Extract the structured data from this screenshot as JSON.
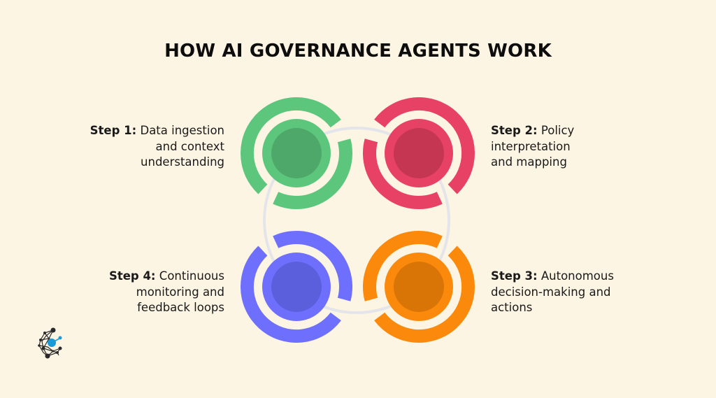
{
  "title": "HOW AI GOVERNANCE AGENTS WORK",
  "colors": {
    "background": "#fdf5e4",
    "connector": "#e4e5ea",
    "step1": {
      "ring": "#5cc77c",
      "core": "#4ea86a"
    },
    "step2": {
      "ring": "#e74266",
      "core": "#c43652"
    },
    "step3": {
      "ring": "#fb8a0c",
      "core": "#d97406"
    },
    "step4": {
      "ring": "#6f6ffd",
      "core": "#5b5fdb"
    }
  },
  "steps": [
    {
      "label": "Step 1:",
      "lines": [
        "Data ingestion",
        "and context",
        "understanding"
      ],
      "text": "Data ingestion and context understanding",
      "color": "green"
    },
    {
      "label": "Step 2:",
      "lines": [
        "Policy",
        "interpretation",
        "and mapping"
      ],
      "text": "Policy interpretation and mapping",
      "color": "red"
    },
    {
      "label": "Step 3:",
      "lines": [
        "Autonomous",
        "decision-making and",
        "actions"
      ],
      "text": "Autonomous decision-making and actions",
      "color": "orange"
    },
    {
      "label": "Step 4:",
      "lines": [
        "Continuous",
        "monitoring and",
        "feedback loops"
      ],
      "text": "Continuous monitoring and feedback loops",
      "color": "blue"
    }
  ],
  "logo": {
    "icon": "network-nodes-logo-icon"
  }
}
